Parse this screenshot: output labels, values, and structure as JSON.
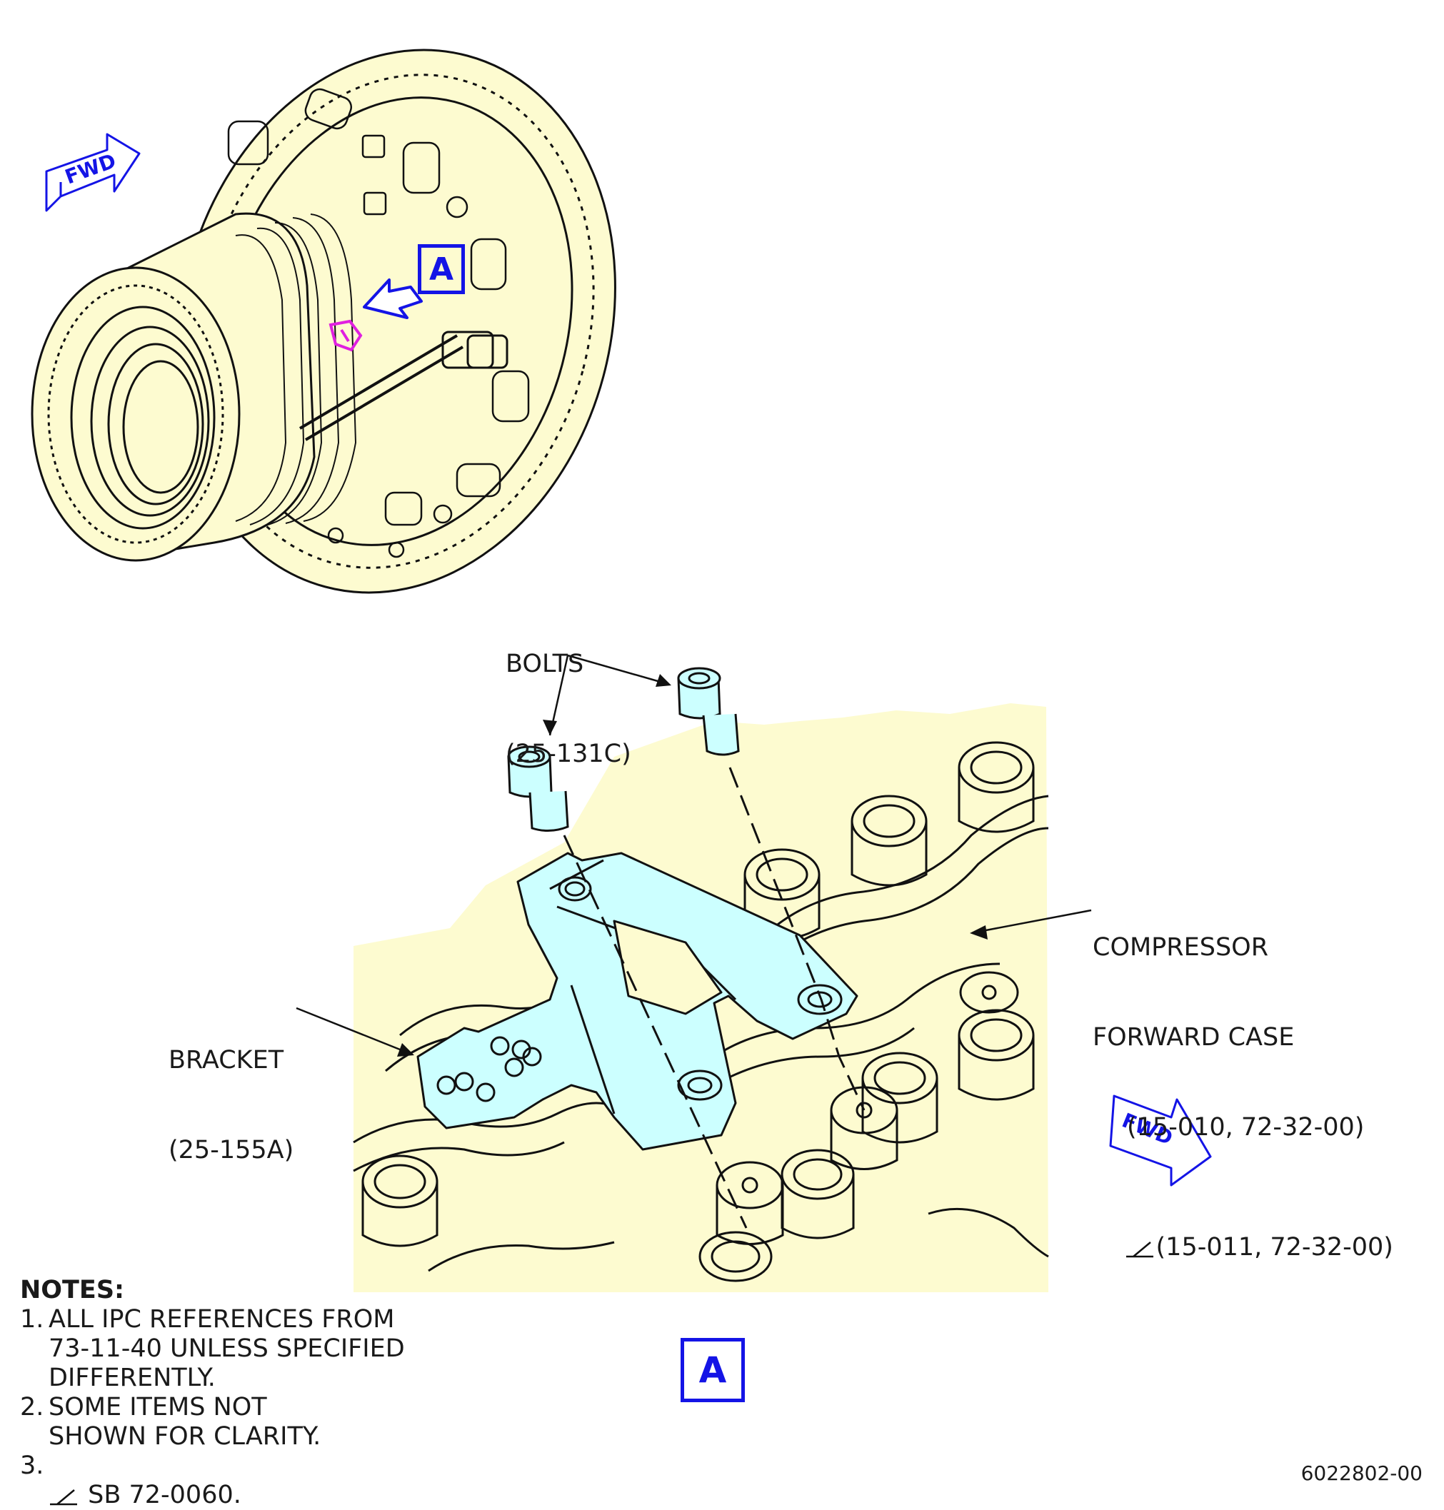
{
  "fwd_arrow_label": "FWD",
  "view_label": "A",
  "bolts": {
    "name": "BOLTS",
    "ref": "(25-131C)"
  },
  "bracket": {
    "name": "BRACKET",
    "ref": "(25-155A)"
  },
  "case": {
    "line1": "COMPRESSOR",
    "line2": "FORWARD CASE",
    "ref1": "(15-010, 72-32-00)",
    "ref2": "(15-011, 72-32-00)"
  },
  "notes": {
    "title": "NOTES:",
    "items": [
      {
        "num": "1.",
        "text": "ALL IPC REFERENCES FROM\n73-11-40 UNLESS SPECIFIED\nDIFFERENTLY."
      },
      {
        "num": "2.",
        "text": "SOME ITEMS NOT\nSHOWN FOR CLARITY."
      },
      {
        "num": "3.",
        "text": "SB 72-0060."
      }
    ]
  },
  "figure_number": "6022802-00",
  "colors": {
    "case_fill": "#fdfbd0",
    "bracket_fill": "#ccffff",
    "callout_blue": "#1414e6",
    "highlight_magenta": "#e020e0"
  }
}
